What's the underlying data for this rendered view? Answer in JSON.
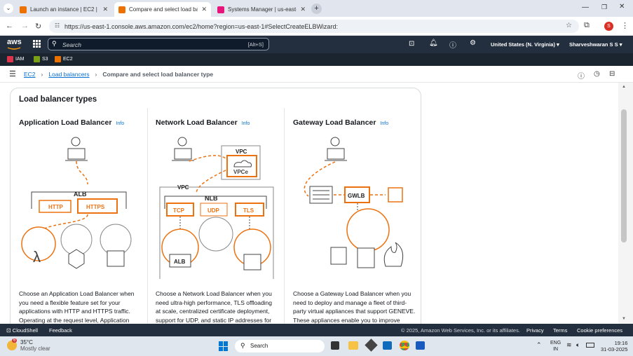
{
  "browser": {
    "tabs": [
      {
        "title": "Launch an instance | EC2 | us-e..."
      },
      {
        "title": "Compare and select load balanc..."
      },
      {
        "title": "Systems Manager | us-east-1"
      }
    ],
    "url": "https://us-east-1.console.aws.amazon.com/ec2/home?region=us-east-1#SelectCreateELBWizard:",
    "profile_initial": "S"
  },
  "aws_nav": {
    "logo": "aws",
    "search_placeholder": "Search",
    "search_shortcut": "[Alt+S]",
    "region": "United States (N. Virginia)",
    "user": "Sharveshwaran S S"
  },
  "favorites": [
    {
      "label": "IAM",
      "color": "#dd344c"
    },
    {
      "label": "S3",
      "color": "#7aa116"
    },
    {
      "label": "EC2",
      "color": "#ed7100"
    }
  ],
  "breadcrumb": {
    "root": "EC2",
    "parent": "Load balancers",
    "current": "Compare and select load balancer type"
  },
  "card": {
    "title": "Load balancer types",
    "info_label": "Info",
    "columns": [
      {
        "title": "Application Load Balancer",
        "desc": [
          "Choose an Application Load Balancer when",
          "you need a flexible feature set for your",
          "applications with HTTP and HTTPS traffic.",
          "Operating at the request level, Application"
        ],
        "labels": {
          "alb": "ALB",
          "http": "HTTP",
          "https": "HTTPS"
        }
      },
      {
        "title": "Network Load Balancer",
        "desc": [
          "Choose a Network Load Balancer when you",
          "need ultra-high performance, TLS offloading",
          "at scale, centralized certificate deployment,",
          "support for UDP, and static IP addresses for"
        ],
        "labels": {
          "vpc_top": "VPC",
          "vpce": "VPCe",
          "vpc": "VPC",
          "nlb": "NLB",
          "tcp": "TCP",
          "udp": "UDP",
          "tls": "TLS",
          "alb": "ALB"
        }
      },
      {
        "title": "Gateway Load Balancer",
        "desc": [
          "Choose a Gateway Load Balancer when you",
          "need to deploy and manage a fleet of third-",
          "party virtual appliances that support GENEVE.",
          "These appliances enable you to improve"
        ],
        "labels": {
          "gwlb": "GWLB"
        }
      }
    ]
  },
  "footer": {
    "cloudshell": "CloudShell",
    "feedback": "Feedback",
    "copyright": "© 2025, Amazon Web Services, Inc. or its affiliates.",
    "privacy": "Privacy",
    "terms": "Terms",
    "cookies": "Cookie preferences"
  },
  "taskbar": {
    "badge": "6",
    "temp": "35°C",
    "weather": "Mostly clear",
    "search": "Search",
    "lang1": "ENG",
    "lang2": "IN",
    "time": "19:16",
    "date": "31-03-2025"
  },
  "colors": {
    "accent": "#ec7211",
    "aws_dark": "#232f3e",
    "link": "#0972d3"
  }
}
